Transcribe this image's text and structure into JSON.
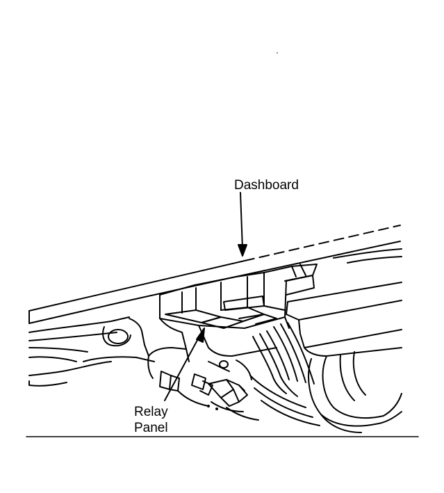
{
  "diagram": {
    "labels": {
      "dashboard": "Dashboard",
      "relay_line1": "Relay",
      "relay_line2": "Panel"
    },
    "colors": {
      "ink": "#000000",
      "paper": "#ffffff"
    }
  }
}
